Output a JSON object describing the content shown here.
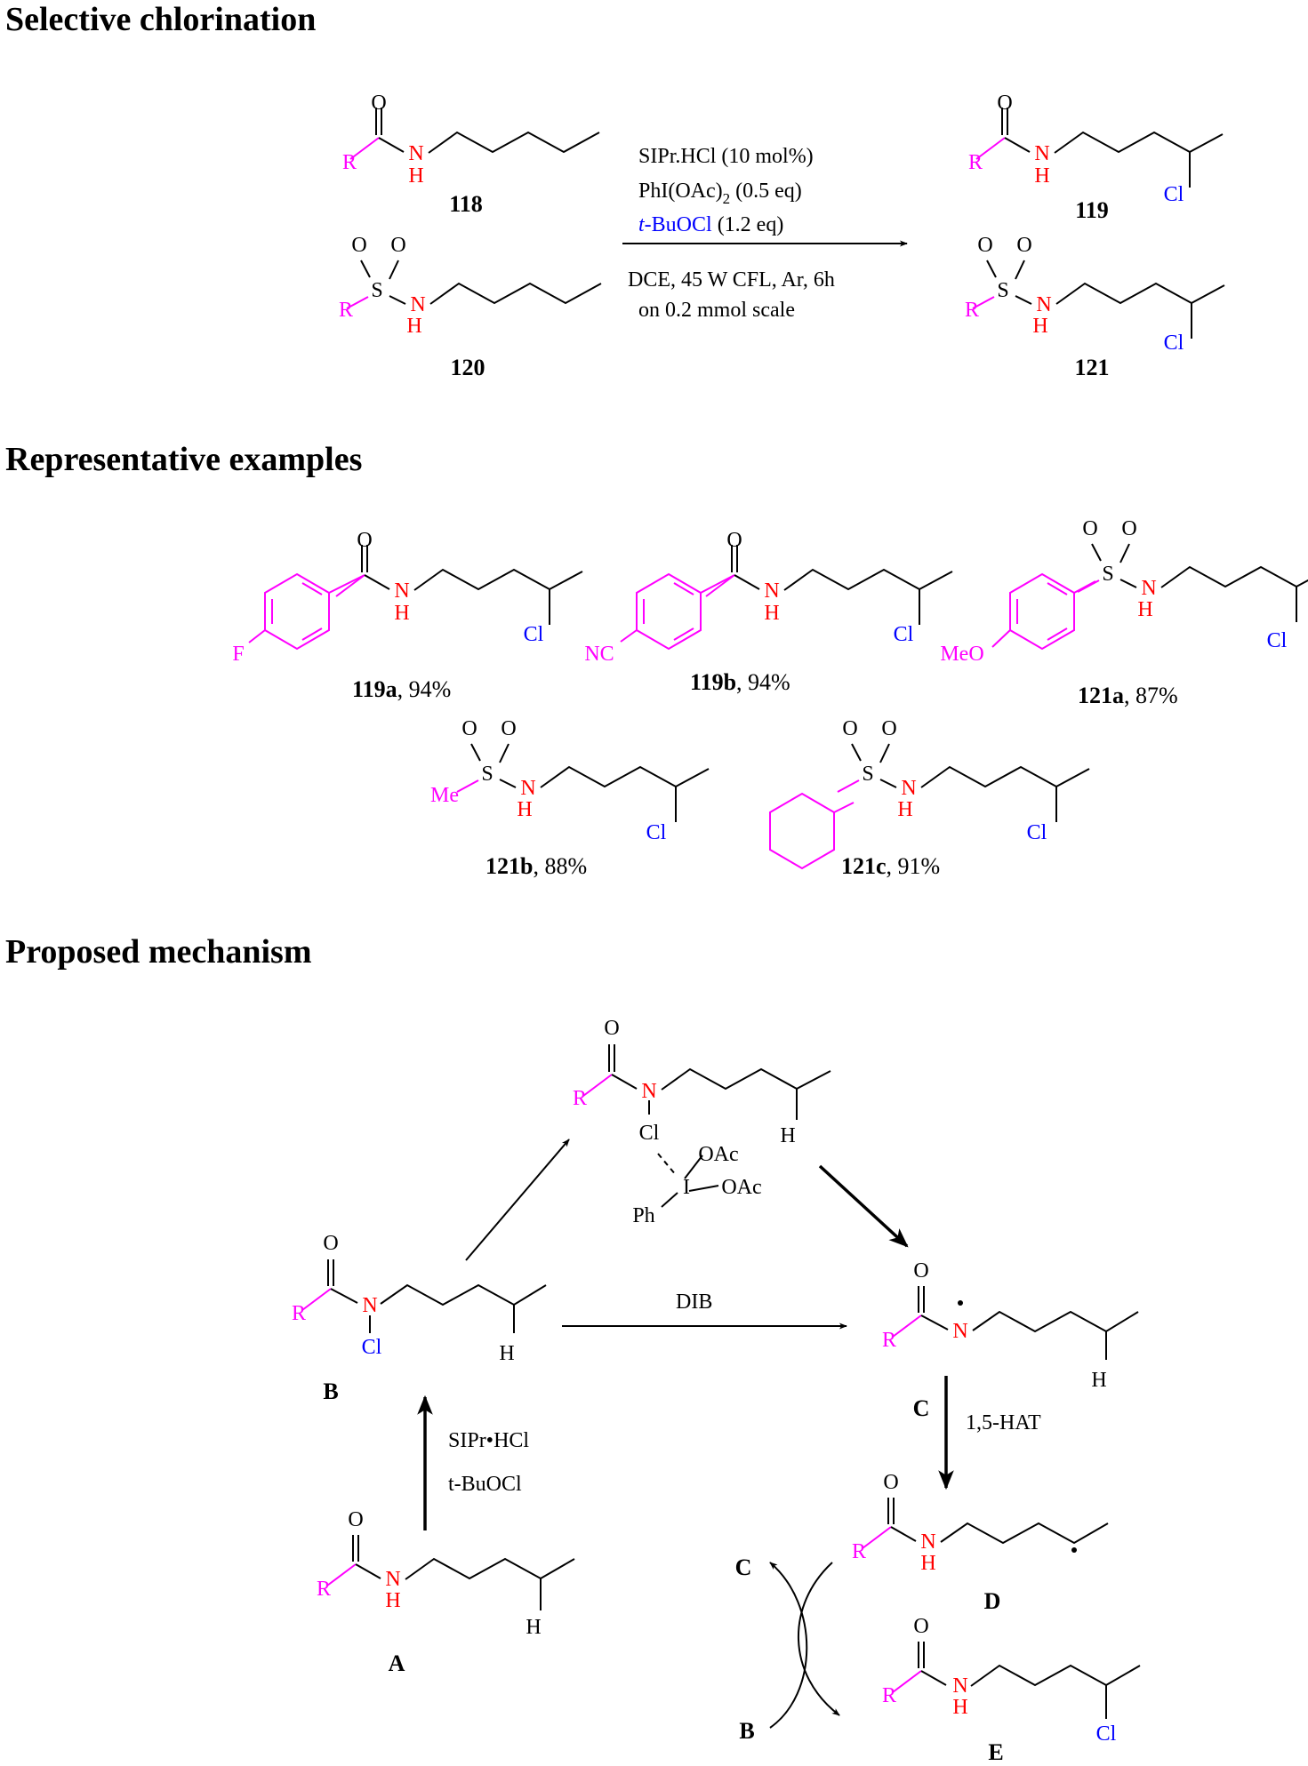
{
  "headings": {
    "selective": "Selective chlorination",
    "representative": "Representative examples",
    "mechanism": "Proposed mechanism"
  },
  "atoms": {
    "R": "R",
    "O": "O",
    "N": "N",
    "H": "H",
    "S": "S",
    "Cl": "Cl",
    "F": "F",
    "NC": "NC",
    "MeO": "MeO",
    "Me": "Me",
    "I": "I",
    "OAc": "OAc",
    "Ph": "Ph"
  },
  "conditions": {
    "line1": "SIPr.HCl (10 mol%)",
    "line2_main": "PhI(OAc)",
    "line2_sub": "2",
    "line2_tail": " (0.5 eq)",
    "line3_reagent": "t",
    "line3_rest": "-BuOCl",
    "line3_tail": " (1.2 eq)",
    "line4": "DCE, 45 W CFL, Ar, 6h",
    "line5": "on 0.2 mmol scale"
  },
  "compounds": {
    "c118": "118",
    "c119": "119",
    "c120": "120",
    "c121": "121",
    "e119a": "119a",
    "e119a_yield": ", 94%",
    "e119b": "119b",
    "e119b_yield": ", 94%",
    "e121a": "121a",
    "e121a_yield": ", 87%",
    "e121b": "121b",
    "e121b_yield": ", 88%",
    "e121c": "121c",
    "e121c_yield": ", 91%"
  },
  "mechanism": {
    "A": "A",
    "B": "B",
    "C": "C",
    "D": "D",
    "E": "E",
    "dib": "DIB",
    "hat": "1,5-HAT",
    "reagent1": "SIPr•HCl",
    "reagent2": "t-BuOCl",
    "cycle_C": "C",
    "cycle_B": "B"
  },
  "colors": {
    "R_group": "#ff00ff",
    "heteroatom_NH": "#ff0000",
    "chlorine": "#0000ff",
    "bonds": "#000000"
  }
}
